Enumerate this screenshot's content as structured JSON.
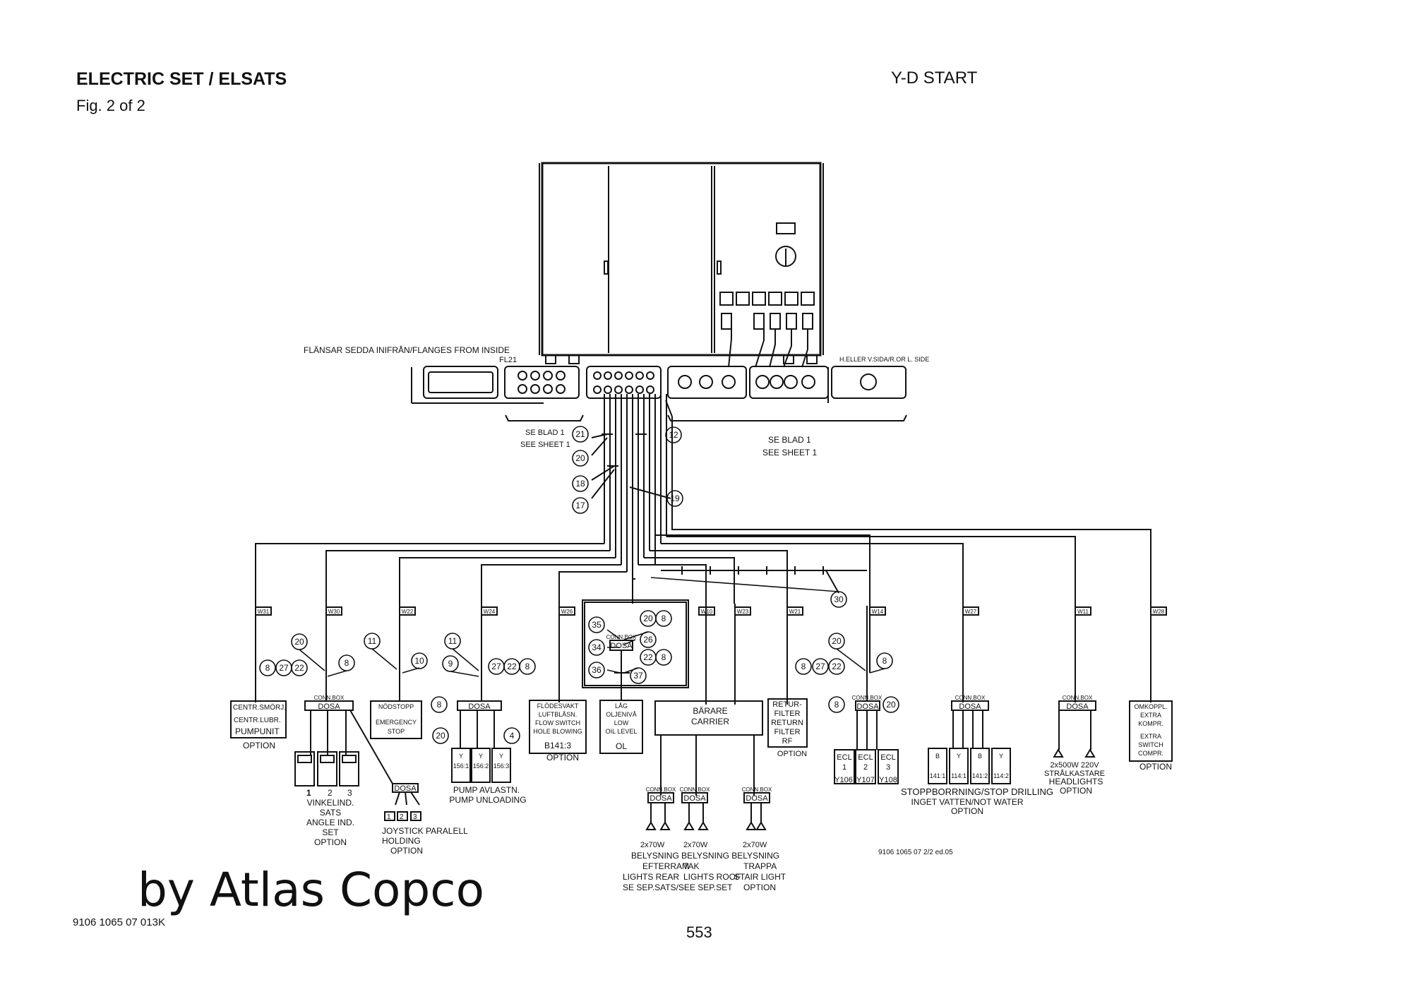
{
  "header": {
    "title": "ELECTRIC SET / ELSATS",
    "figure": "Fig. 2 of 2",
    "start_mode": "Y-D START"
  },
  "footer": {
    "brand": "by Atlas Copco",
    "doc_number": "9106 1065 07  013K",
    "page_number": "553",
    "drawing_ref": "9106 1065 07 2/2 ed.05"
  },
  "flanges": {
    "label": "FLÄNSAR SEDDA INIFRÅN/FLANGES FROM INSIDE",
    "fl21": "FL21",
    "side_label": "H.ELLER V.SIDA/R.OR L. SIDE",
    "see_sheet_left": [
      "SE BLAD 1",
      "SEE SHEET 1"
    ],
    "see_sheet_right": [
      "SE BLAD 1",
      "SEE SHEET 1"
    ]
  },
  "callouts": {
    "main": [
      "21",
      "20",
      "18",
      "17",
      "12",
      "19",
      "30"
    ],
    "pump": [
      "20",
      "8",
      "8",
      "27",
      "22"
    ],
    "emergency": [
      "11",
      "10"
    ],
    "unloading": [
      "11",
      "9",
      "27",
      "22",
      "8",
      "8",
      "20",
      "4"
    ],
    "connbox": [
      "35",
      "34",
      "36",
      "20",
      "8",
      "26",
      "22",
      "8",
      "37"
    ],
    "ecl": [
      "20",
      "8",
      "8",
      "27",
      "22",
      "8",
      "20"
    ]
  },
  "cables": [
    "W31",
    "W30",
    "W22",
    "W24",
    "W26",
    "W10",
    "W23",
    "W21",
    "W14",
    "W27",
    "W11",
    "W28"
  ],
  "connbox_small": "CONN.BOX",
  "dosa": "DOSA",
  "pump_unit": {
    "lines": [
      "CENTR.SMÖRJ.",
      "CENTR.LUBR.",
      "PUMPUNIT"
    ],
    "option": "OPTION"
  },
  "emergency_stop": {
    "lines": [
      "NÖDSTOPP",
      "EMERGENCY",
      "STOP"
    ]
  },
  "angle_ind": {
    "numbers": [
      "1",
      "2",
      "3"
    ],
    "lines": [
      "VINKELIND.",
      "SATS",
      "ANGLE IND.",
      "SET",
      "OPTION"
    ]
  },
  "joystick": {
    "numbers": [
      "1",
      "2",
      "3"
    ],
    "lines": [
      "JOYSTICK PARALELL",
      "HOLDING",
      "OPTION"
    ]
  },
  "pump_unloading": {
    "boxes": [
      [
        "Y",
        "156:1"
      ],
      [
        "Y",
        "156:2"
      ],
      [
        "Y",
        "156:3"
      ]
    ],
    "lines": [
      "PUMP AVLASTN.",
      "PUMP UNLOADING"
    ]
  },
  "flow_switch": {
    "lines": [
      "FLÖDESVAKT",
      "LUFTBLÅSN.",
      "FLOW SWITCH",
      "HOLE BLOWING",
      "B141:3"
    ],
    "option": "OPTION"
  },
  "oil_level": {
    "lines": [
      "LÅG",
      "OLJENIVÅ",
      "LOW",
      "OIL LEVEL",
      "OL"
    ]
  },
  "carrier": {
    "lines": [
      "BÄRARE",
      "CARRIER"
    ]
  },
  "return_filter": {
    "lines": [
      "RETUR-",
      "FILTER",
      "RETURN",
      "FILTER",
      "RF"
    ],
    "option": "OPTION"
  },
  "ecl": {
    "boxes": [
      [
        "ECL",
        "1",
        "Y106"
      ],
      [
        "ECL",
        "2",
        "Y107"
      ],
      [
        "ECL",
        "3",
        "Y108"
      ]
    ]
  },
  "stop_drilling": {
    "boxes": [
      [
        "B",
        "141:1"
      ],
      [
        "Y",
        "114:1"
      ],
      [
        "B",
        "141:2"
      ],
      [
        "Y",
        "114:2"
      ]
    ],
    "lines": [
      "STOPPBORRNING/STOP DRILLING",
      "INGET VATTEN/NOT WATER",
      "OPTION"
    ]
  },
  "headlights": {
    "lines": [
      "2x500W 220V",
      "STRÅLKASTARE",
      "HEADLIGHTS",
      "OPTION"
    ]
  },
  "extra_switch": {
    "lines": [
      "OMKOPPL.",
      "EXTRA",
      "KOMPR.",
      "EXTRA",
      "SWITCH",
      "COMPR."
    ],
    "option": "OPTION"
  },
  "lights": {
    "power": [
      "2x70W",
      "2x70W",
      "2x70W"
    ],
    "row1": "BELYSNING BELYSNING BELYSNING",
    "rear": [
      "EFTERRAM",
      "LIGHTS REAR",
      "SE SEP.SATS/SEE SEP.SET"
    ],
    "roof": [
      "TAK",
      "LIGHTS ROOF"
    ],
    "stair": [
      "TRAPPA",
      "STAIR LIGHT",
      "OPTION"
    ]
  },
  "colors": {
    "ink": "#111111",
    "background": "#ffffff"
  }
}
